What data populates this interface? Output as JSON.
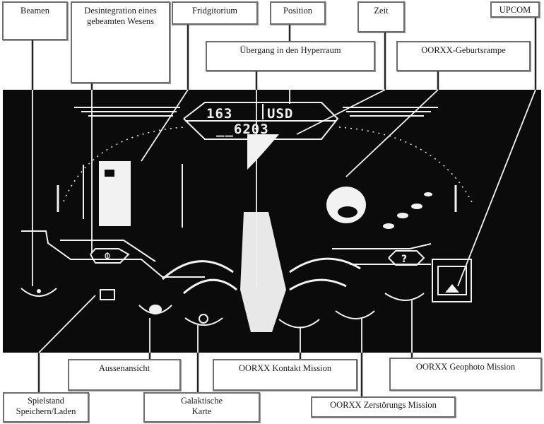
{
  "diagram": {
    "description": "Annotated game cockpit screen with callout labels",
    "screen_background": "#0b0b0b",
    "line_color": "#f2f2f2"
  },
  "hud": {
    "top_left_value": "163",
    "top_right_value": "USD",
    "bottom_value": "__6203"
  },
  "labels_top": {
    "beamen": "Beamen",
    "desintegration_line1": "Desintegration eines",
    "desintegration_line2": "gebeamten Wesens",
    "fridgitorium": "Fridgitorium",
    "position": "Position",
    "zeit": "Zeit",
    "upcom": "UPCOM",
    "hyperraum": "Übergang in den Hyperraum",
    "geburtsrampe": "OORXX-Geburtsrampe"
  },
  "labels_bottom": {
    "aussenansicht": "Aussenansicht",
    "kontakt_mission": "OORXX Kontakt Mission",
    "geophoto_mission": "OORXX Geophoto Mission",
    "spielstand_line1": "Spielstand",
    "spielstand_line2": "Speichern/Laden",
    "galaktische_line1": "Galaktische",
    "galaktische_line2": "Karte",
    "zerstoerungs_mission": "OORXX Zerstörungs Mission"
  },
  "icons": {
    "question_button": "?",
    "upcom_arrow": "▲"
  }
}
